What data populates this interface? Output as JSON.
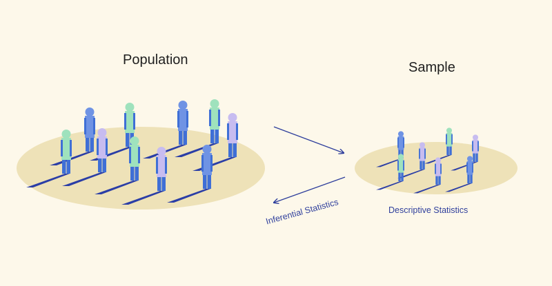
{
  "diagram": {
    "population_label": "Population",
    "sample_label": "Sample",
    "inferential_label": "Inferential Statistics",
    "descriptive_label": "Descriptive Statistics"
  },
  "colors": {
    "background": "#fdf8ea",
    "platform": "#eee2b8",
    "shadow": "#2b3ea6",
    "arrow": "#2f3f9c",
    "person_blue": "#6f93e4",
    "person_green": "#9fe2bd",
    "person_lavender": "#c7bcf0",
    "legs": "#3f6fd6",
    "text": "#1f1f1f",
    "label": "#2f3f9c"
  }
}
